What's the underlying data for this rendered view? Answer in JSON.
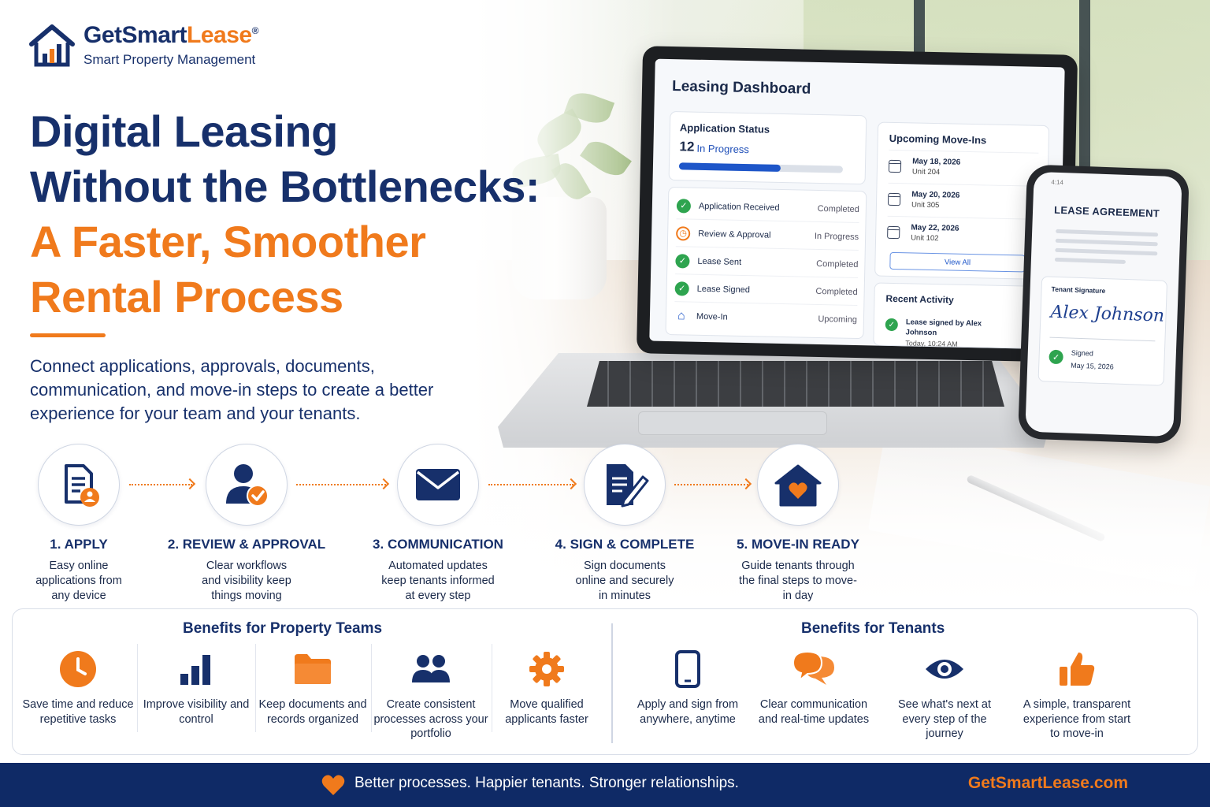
{
  "brand": {
    "name_part1": "GetSmart",
    "name_part2": "Lease",
    "trademark": "®",
    "tagline": "Smart Property Management",
    "logo_icon": "house-bar-chart-icon"
  },
  "headline": {
    "line1": "Digital Leasing",
    "line2": "Without the Bottlenecks:",
    "line3": "A Faster, Smoother",
    "line4": "Rental Process"
  },
  "intro": "Connect applications, approvals, documents, communication, and move-in steps to create a better experience for your team and your tenants.",
  "colors": {
    "navy": "#17306b",
    "orange": "#f07a1c",
    "green": "#2ea44f",
    "blue": "#1e56c9"
  },
  "dashboard": {
    "title": "Leasing Dashboard",
    "application_status": {
      "label": "Application Status",
      "count": "12",
      "status": "In Progress",
      "progress": 0.62
    },
    "steps": [
      {
        "label": "Application Received",
        "status": "Completed",
        "icon": "check-circle-icon"
      },
      {
        "label": "Review & Approval",
        "status": "In Progress",
        "icon": "clock-icon"
      },
      {
        "label": "Lease Sent",
        "status": "Completed",
        "icon": "check-circle-icon"
      },
      {
        "label": "Lease Signed",
        "status": "Completed",
        "icon": "check-circle-icon"
      },
      {
        "label": "Move-In",
        "status": "Upcoming",
        "icon": "house-icon"
      }
    ],
    "upcoming": {
      "title": "Upcoming Move-Ins",
      "items": [
        {
          "date": "May 18, 2026",
          "unit": "Unit 204"
        },
        {
          "date": "May 20, 2026",
          "unit": "Unit 305"
        },
        {
          "date": "May 22, 2026",
          "unit": "Unit 102"
        }
      ],
      "view_all": "View All"
    },
    "recent": {
      "title": "Recent Activity",
      "text": "Lease signed by Alex Johnson",
      "time": "Today, 10:24 AM"
    }
  },
  "phone": {
    "status_time": "4:14",
    "title": "LEASE AGREEMENT",
    "signature_label": "Tenant Signature",
    "signature": "Alex Johnson",
    "signed_label": "Signed",
    "signed_date": "May 15, 2026"
  },
  "process": [
    {
      "title": "1. APPLY",
      "desc": "Easy online applications from any device",
      "icon": "application-document-icon"
    },
    {
      "title": "2. REVIEW & APPROVAL",
      "desc": "Clear workflows and visibility keep things moving",
      "icon": "user-check-icon"
    },
    {
      "title": "3. COMMUNICATION",
      "desc": "Automated updates keep tenants informed at every step",
      "icon": "envelope-icon"
    },
    {
      "title": "4. SIGN & COMPLETE",
      "desc": "Sign documents online and securely in minutes",
      "icon": "sign-document-icon"
    },
    {
      "title": "5. MOVE-IN READY",
      "desc": "Guide tenants through the final steps to move-in day",
      "icon": "house-heart-icon"
    }
  ],
  "benefits": {
    "teams_title": "Benefits for Property Teams",
    "tenants_title": "Benefits for Tenants",
    "teams": [
      {
        "text": "Save time and reduce repetitive tasks",
        "icon": "clock-icon"
      },
      {
        "text": "Improve visibility and control",
        "icon": "bar-chart-icon"
      },
      {
        "text": "Keep documents and records organized",
        "icon": "folder-icon"
      },
      {
        "text": "Create consistent processes across your portfolio",
        "icon": "people-icon"
      },
      {
        "text": "Move qualified applicants faster",
        "icon": "gear-icon"
      }
    ],
    "tenants": [
      {
        "text": "Apply and sign from anywhere, anytime",
        "icon": "mobile-phone-icon"
      },
      {
        "text": "Clear communication and real-time updates",
        "icon": "chat-bubbles-icon"
      },
      {
        "text": "See what's next at every step of the journey",
        "icon": "eye-icon"
      },
      {
        "text": "A simple, transparent experience from start to move-in",
        "icon": "thumbs-up-icon"
      }
    ]
  },
  "footer": {
    "tagline": "Better processes. Happier tenants. Stronger relationships.",
    "url": "GetSmartLease.com",
    "icon": "heart-icon"
  }
}
